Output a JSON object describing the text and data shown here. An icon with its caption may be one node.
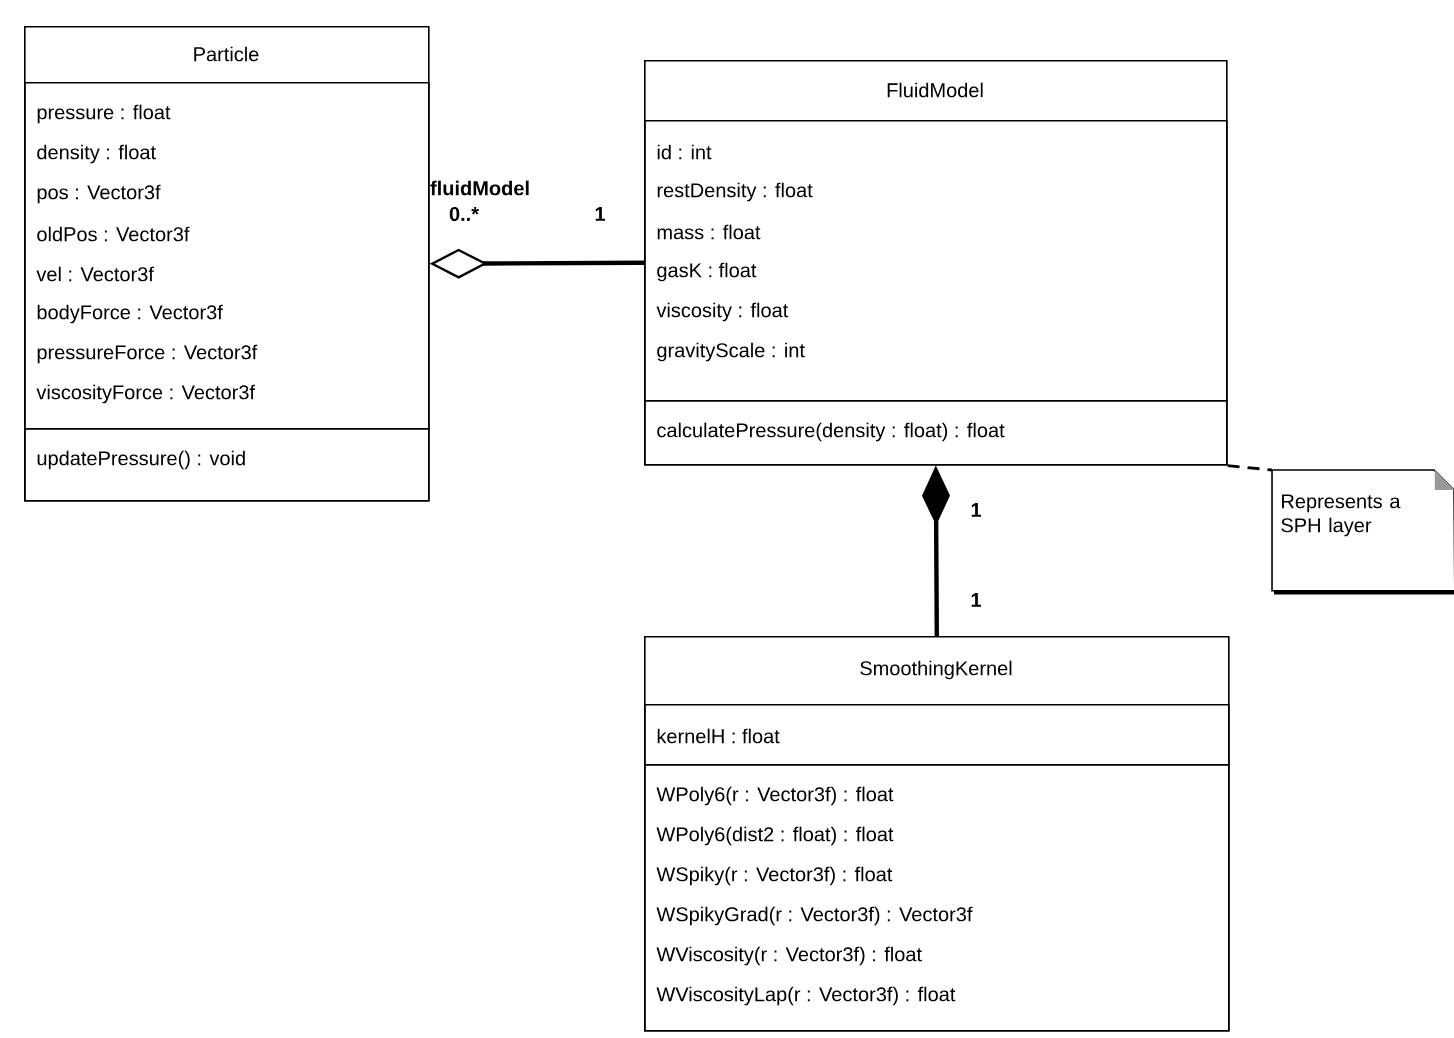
{
  "diagram": {
    "nodes": [
      {
        "text": [
          "Particle"
        ]
      },
      {
        "text": [
          "pressure : float",
          "density : float",
          "pos : Vector3f",
          "oldPos : Vector3f",
          "vel : Vector3f",
          "bodyForce : Vector3f",
          "pressureForce : Vector3f",
          "viscosityForce : Vector3f"
        ],
        "in": 0
      },
      {
        "text": [
          "updatePressure() : void"
        ],
        "in": 0
      },
      {
        "text": [
          "FluidModel"
        ]
      },
      {
        "text": [
          "id : int",
          "restDensity : float",
          "mass : float",
          "gasK : float",
          "viscosity : float",
          "gravityScale : int"
        ],
        "in": 3
      },
      {
        "text": [
          "calculatePressure(density : float) : float"
        ],
        "in": 3
      },
      {
        "text": [
          "SmoothingKernel"
        ]
      },
      {
        "text": [
          "kernelH : float"
        ],
        "in": 6
      },
      {
        "text": [
          "WPoly6(r : Vector3f) : float",
          "WPoly6(dist2 : float) : float",
          "WSpiky(r : Vector3f) : float",
          "WSpikyGrad(r : Vector3f) : Vector3f",
          "WViscosity(r : Vector3f) : float",
          "WViscosityLap(r : Vector3f) : float"
        ],
        "in": 6
      },
      {
        "text": [
          "Represents a SPH layer"
        ]
      }
    ],
    "edges": [
      {
        "from": 0,
        "to": 3,
        "arrow": "other",
        "label": "fluidModel"
      },
      {
        "from": 3,
        "to": 6,
        "arrow": "other"
      },
      {
        "from": 3,
        "to": 9,
        "arrow": "none",
        "style": "dashed"
      }
    ],
    "labels": [
      "0..*",
      "1",
      "1",
      "1"
    ]
  }
}
